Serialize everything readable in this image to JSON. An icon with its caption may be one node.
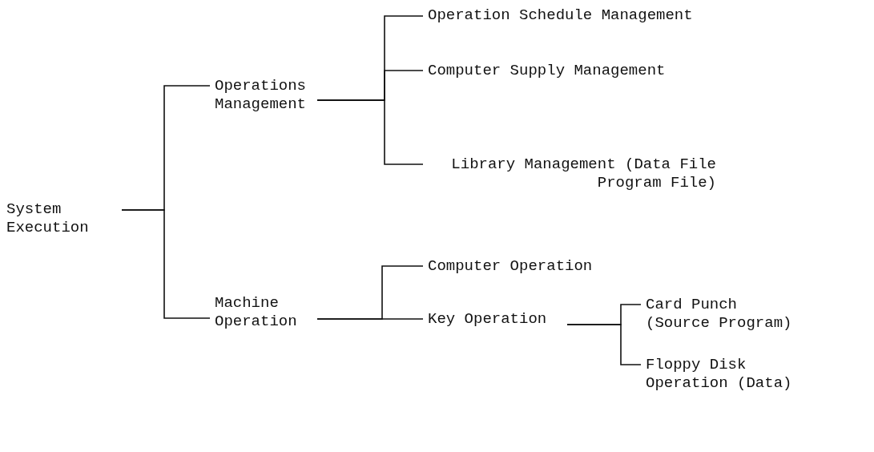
{
  "diagram": {
    "nodes": [
      {
        "text": [
          "System Execution"
        ]
      },
      {
        "text": [
          "Operations Management"
        ]
      },
      {
        "text": [
          "Machine Operation"
        ]
      },
      {
        "text": [
          "Operation Schedule Management"
        ]
      },
      {
        "text": [
          "Computer Supply Management"
        ]
      },
      {
        "text": [
          "Library Management (Data File Program File)"
        ]
      },
      {
        "text": [
          "Computer Operation"
        ]
      },
      {
        "text": [
          "Key Operation"
        ]
      },
      {
        "text": [
          "Card Punch (Source Program)"
        ]
      },
      {
        "text": [
          "Floppy Disk Operation (Data)"
        ]
      }
    ],
    "edges": [
      {
        "from": 0,
        "to": 1,
        "arrow": "none"
      },
      {
        "from": 0,
        "to": 2,
        "arrow": "none"
      },
      {
        "from": 1,
        "to": 3,
        "arrow": "none"
      },
      {
        "from": 1,
        "to": 4,
        "arrow": "none"
      },
      {
        "from": 1,
        "to": 5,
        "arrow": "none"
      },
      {
        "from": 2,
        "to": 6,
        "arrow": "none"
      },
      {
        "from": 2,
        "to": 7,
        "arrow": "none"
      },
      {
        "from": 7,
        "to": 8,
        "arrow": "none"
      },
      {
        "from": 7,
        "to": 9,
        "arrow": "none"
      }
    ]
  }
}
